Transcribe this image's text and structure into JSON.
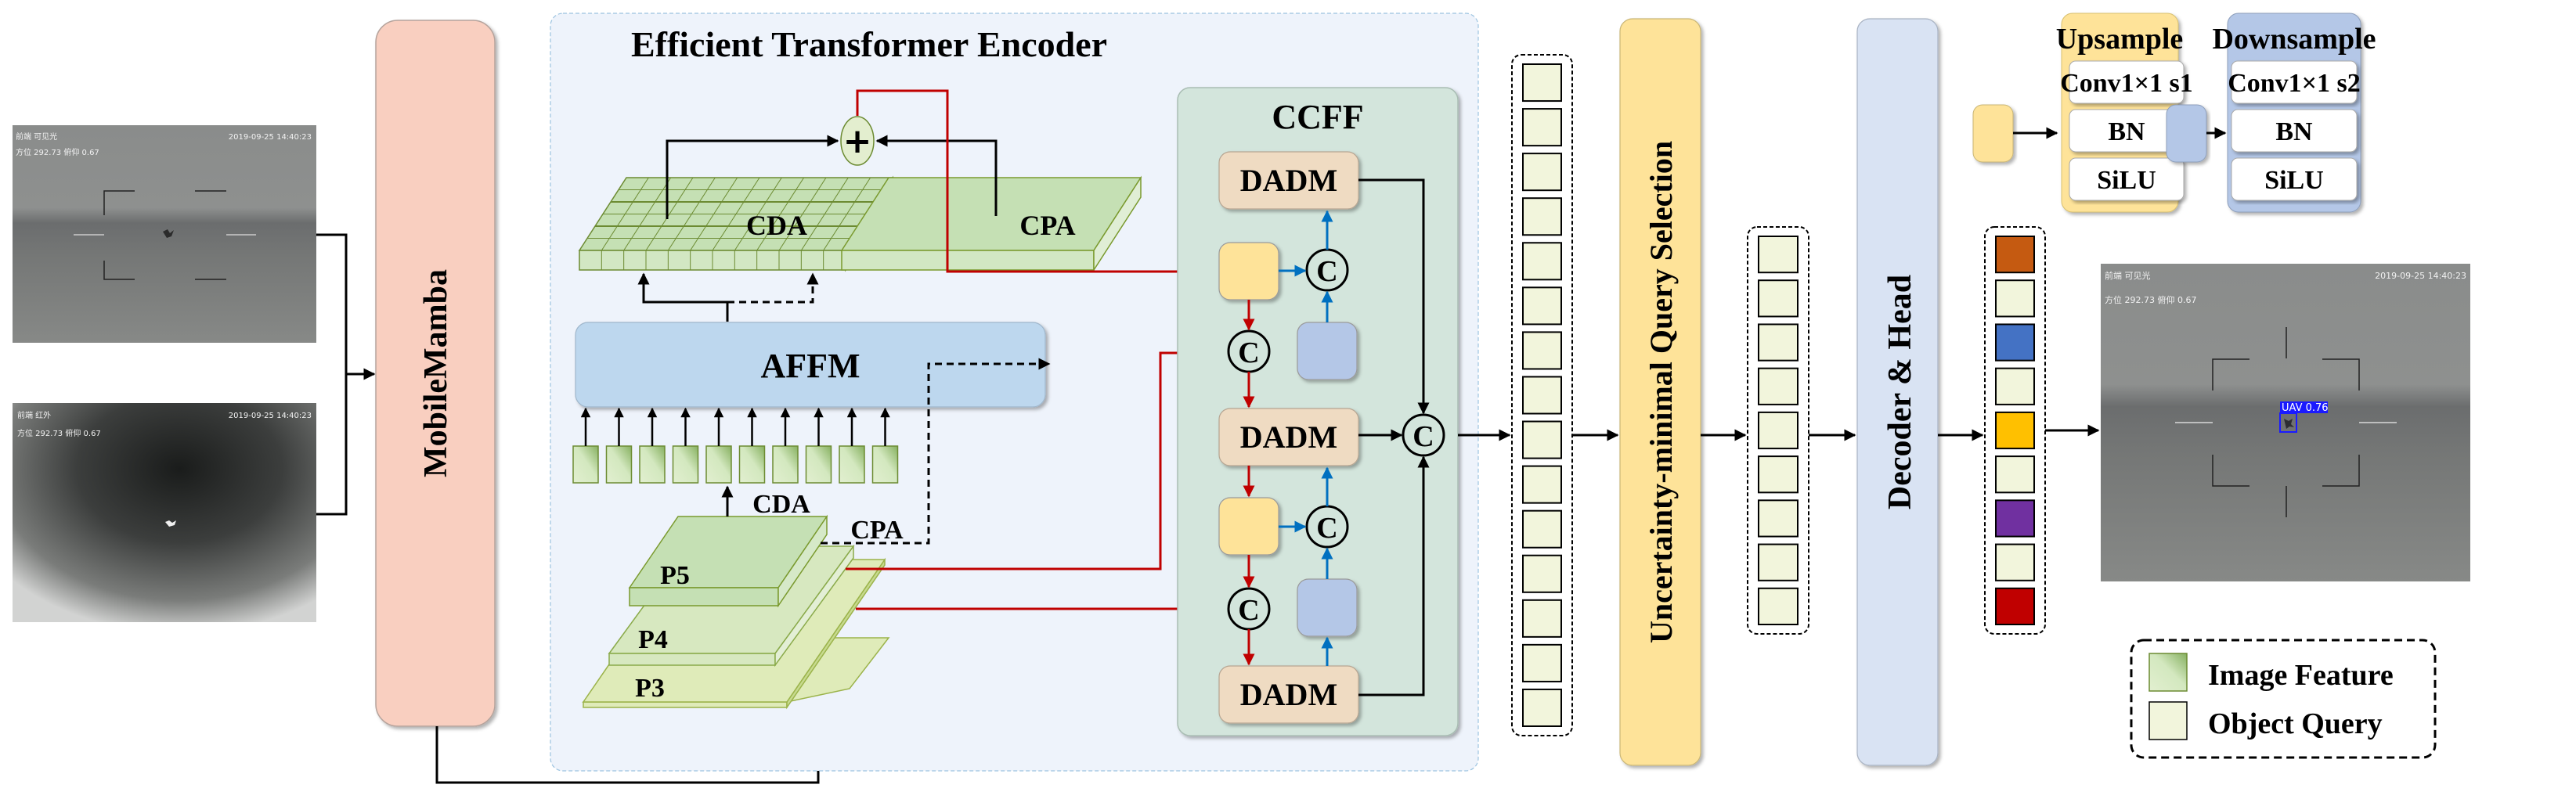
{
  "inputs": {
    "visible": {
      "label_tl": "前端 可见光",
      "timestamp": "2019-09-25 14:40:23",
      "telemetry": "方位 292.73   俯仰 0.67"
    },
    "infrared": {
      "label_tl": "前端 红外",
      "timestamp": "2019-09-25 14:40:23",
      "telemetry": "方位 292.73   俯仰 0.67"
    }
  },
  "backbone": {
    "label": "MobileMamba"
  },
  "encoder": {
    "title": "Efficient Transformer Encoder",
    "cda_label": "CDA",
    "cpa_label": "CPA",
    "plus_symbol": "+",
    "affm_label": "AFFM",
    "feature_token_count": 10,
    "cda_arrow_label": "CDA",
    "cpa_arrow_label": "CPA",
    "pyramid": [
      "P5",
      "P4",
      "P3"
    ]
  },
  "ccff": {
    "title": "CCFF",
    "dadm_label": "DADM",
    "concat_symbol": "C"
  },
  "query_selection": {
    "label": "Uncertainty-minimal Query Selection",
    "input_query_count": 15,
    "selected_query_count": 9
  },
  "decoder": {
    "label": "Decoder & Head"
  },
  "outputs": {
    "query_colors": [
      "#c55a11",
      "#f2f5dc",
      "#4472c4",
      "#f2f5dc",
      "#ffc000",
      "#f2f5dc",
      "#7030a0",
      "#f2f5dc",
      "#c00000"
    ],
    "result_image": {
      "label_tl": "前端 可见光",
      "timestamp": "2019-09-25 14:40:23",
      "telemetry": "方位 292.73   俯仰 0.67",
      "detection_label": "UAV 0.76",
      "detection_color": "#1a1aff"
    }
  },
  "upsample": {
    "title": "Upsample",
    "layers": [
      "Conv1×1 s1",
      "BN",
      "SiLU"
    ],
    "color": "#fee399"
  },
  "downsample": {
    "title": "Downsample",
    "layers": [
      "Conv1×1 s2",
      "BN",
      "SiLU"
    ],
    "color": "#b4c7e7"
  },
  "legend": {
    "items": [
      {
        "label": "Image Feature",
        "kind": "image-feature"
      },
      {
        "label": "Object Query",
        "kind": "object-query"
      }
    ]
  },
  "colors": {
    "backbone": "#f9cfc0",
    "encoder_bg": "#eef3fb",
    "ccff_bg": "#d3e5dc",
    "dadm": "#efdbc2",
    "affm": "#bdd7ee",
    "query_selection": "#fee399",
    "decoder": "#d9e3f3",
    "feature_green": "#c5e0b4",
    "query_fill": "#f2f5dc",
    "red_path": "#c00000",
    "blue_path": "#0070c0"
  }
}
